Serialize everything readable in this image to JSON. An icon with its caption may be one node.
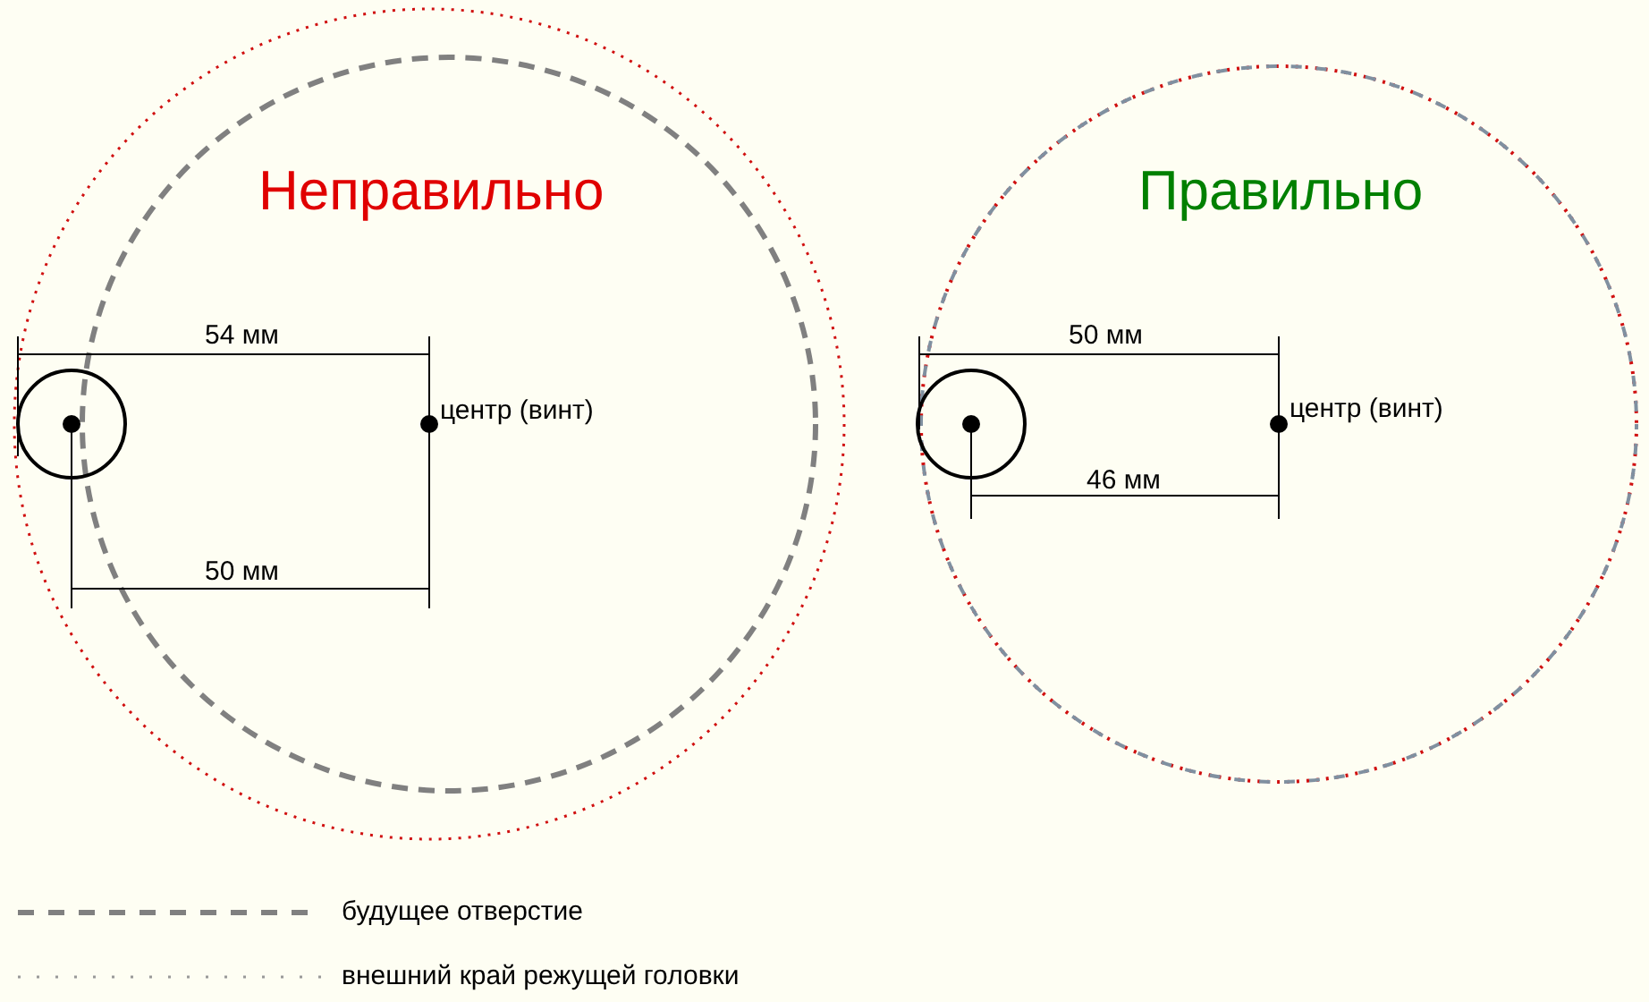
{
  "diagram": {
    "labels": [
      "Неправильно",
      "54 мм",
      "центр (винт)",
      "50 мм",
      "Правильно",
      "50 мм",
      "центр (винт)",
      "46 мм"
    ],
    "legend": [
      {
        "text": "будущее отверстие"
      },
      {
        "text": "внешний край режущей головки"
      }
    ]
  }
}
